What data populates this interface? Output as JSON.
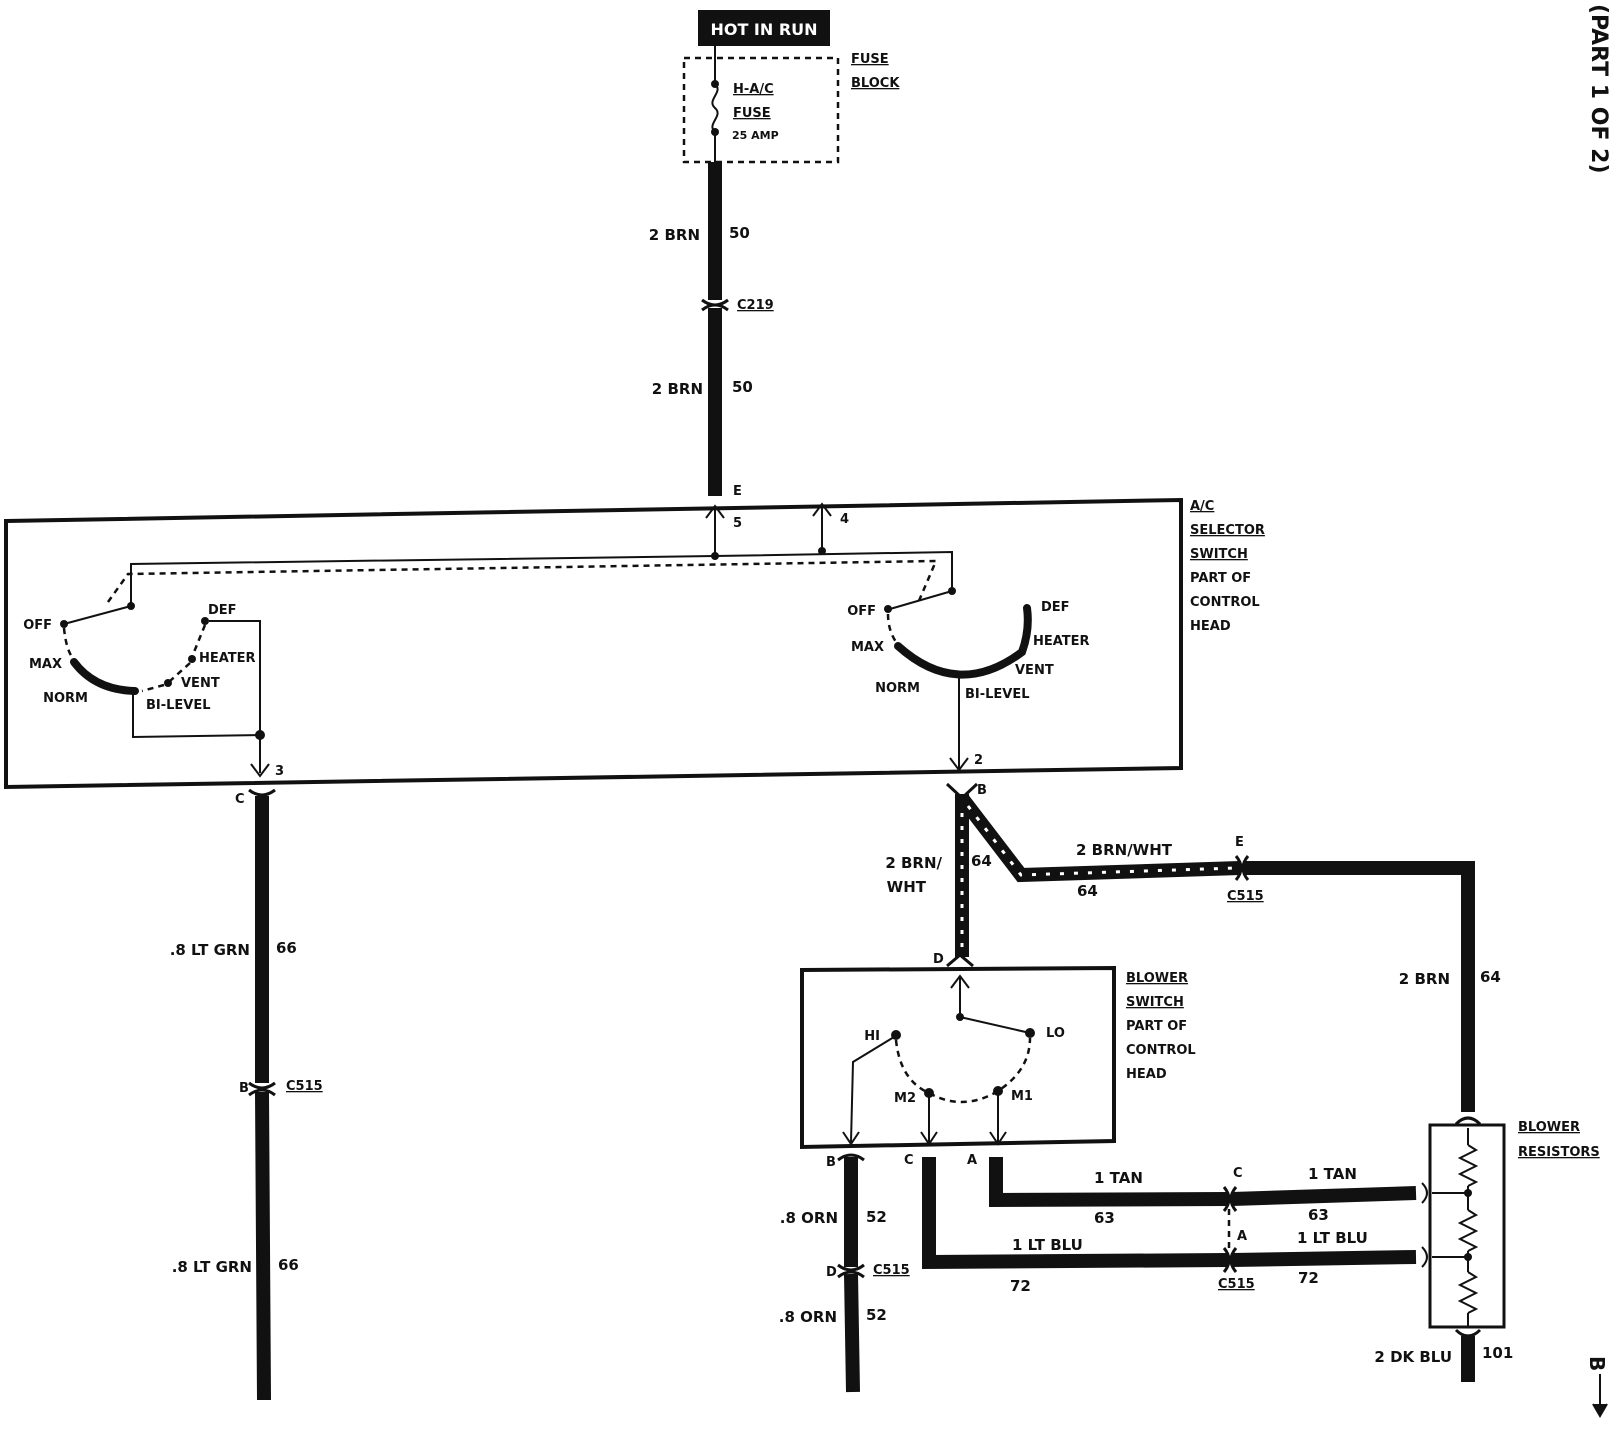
{
  "page_title": "(PART 1 OF 2)",
  "power": {
    "hot_label": "HOT IN RUN",
    "fuse_block_line1": "FUSE",
    "fuse_block_line2": "BLOCK",
    "fuse_name_line1": "H-A/C",
    "fuse_name_line2": "FUSE",
    "fuse_rating": "25 AMP"
  },
  "feed_wire": {
    "upper_label": "2 BRN",
    "upper_circuit": "50",
    "connector": "C219",
    "lower_label": "2 BRN",
    "lower_circuit": "50",
    "terminal": "E"
  },
  "selector_switch": {
    "title_lines": [
      "A/C",
      "SELECTOR",
      "SWITCH",
      "PART OF",
      "CONTROL",
      "HEAD"
    ],
    "pin_5": "5",
    "pin_4": "4",
    "pin_3": "3",
    "pin_2": "2",
    "left_positions": {
      "off": "OFF",
      "max": "MAX",
      "norm": "NORM",
      "def": "DEF",
      "heater": "HEATER",
      "vent": "VENT",
      "bilevel": "BI-LEVEL"
    },
    "right_positions": {
      "off": "OFF",
      "max": "MAX",
      "norm": "NORM",
      "def": "DEF",
      "heater": "HEATER",
      "vent": "VENT",
      "bilevel": "BI-LEVEL"
    }
  },
  "left_wire": {
    "top_terminal": "C",
    "upper_label": ".8 LT GRN",
    "upper_circuit": "66",
    "connector_terminal": "B",
    "connector": "C515",
    "lower_label": ".8 LT GRN",
    "lower_circuit": "66"
  },
  "brn_wht_wire": {
    "terminal": "B",
    "vertical_label_line1": "2 BRN/",
    "vertical_label_line2": "WHT",
    "vertical_circuit": "64",
    "horizontal_label": "2 BRN/WHT",
    "horizontal_circuit": "64",
    "connector_terminal": "E",
    "connector": "C515"
  },
  "resistor_feed": {
    "label": "2 BRN",
    "circuit": "64"
  },
  "blower_switch": {
    "title_lines": [
      "BLOWER",
      "SWITCH",
      "PART OF",
      "CONTROL",
      "HEAD"
    ],
    "top_terminal": "D",
    "pos_hi": "HI",
    "pos_lo": "LO",
    "pos_m2": "M2",
    "pos_m1": "M1",
    "term_b": "B",
    "term_c": "C",
    "term_a": "A"
  },
  "orn_wire": {
    "upper_label": ".8 ORN",
    "upper_circuit": "52",
    "connector_terminal": "D",
    "connector": "C515",
    "lower_label": ".8 ORN",
    "lower_circuit": "52"
  },
  "tan_wire": {
    "left_label": "1 TAN",
    "left_circuit": "63",
    "connector_terminal": "C",
    "right_label": "1 TAN",
    "right_circuit": "63"
  },
  "ltblu_wire": {
    "left_label": "1 LT BLU",
    "left_circuit": "72",
    "connector_terminal": "A",
    "connector": "C515",
    "right_label": "1 LT BLU",
    "right_circuit": "72"
  },
  "resistors": {
    "title_line1": "BLOWER",
    "title_line2": "RESISTORS",
    "out_label": "2 DK BLU",
    "out_circuit": "101"
  },
  "continuation": "B"
}
